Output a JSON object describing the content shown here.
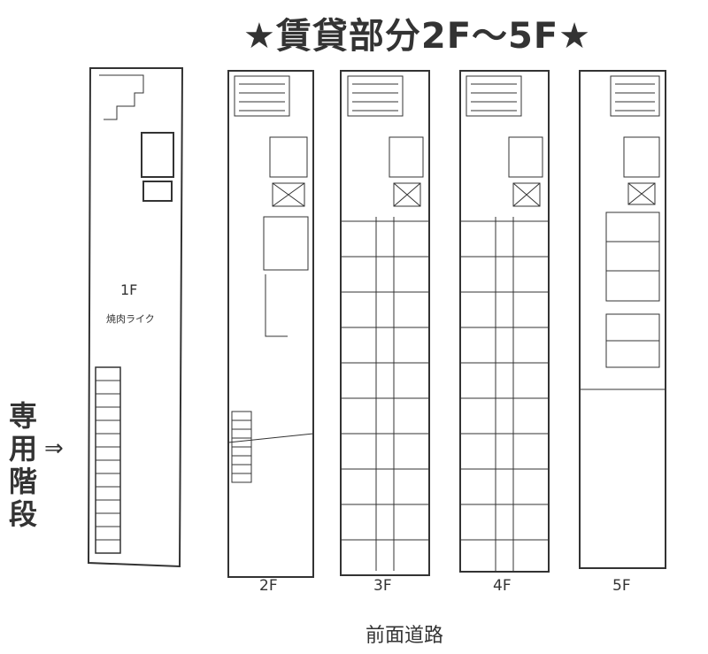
{
  "title": "★賃貸部分2F～5F★",
  "stair_label": "専用階段",
  "stair_arrow": "⇒",
  "road_label": "前面道路",
  "floor1": {
    "name": "1F",
    "tenant": "焼肉ライク"
  },
  "floors": [
    {
      "label": "2F"
    },
    {
      "label": "3F"
    },
    {
      "label": "4F"
    },
    {
      "label": "5F"
    }
  ]
}
